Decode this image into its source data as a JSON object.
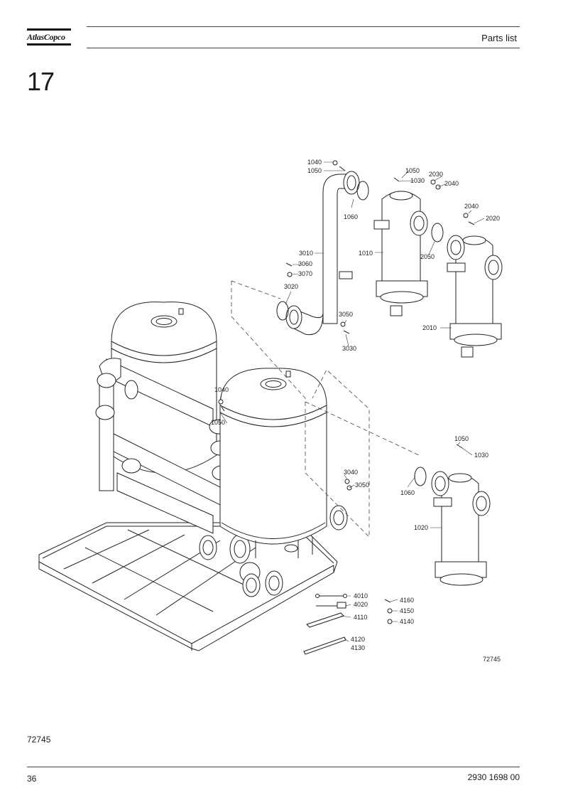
{
  "header": {
    "logo_text": "AtlasCopco",
    "section_title": "Parts list"
  },
  "chapter_number": "17",
  "drawing": {
    "figure_number": "72745",
    "callouts": {
      "c1040a": "1040",
      "c1050a": "1050",
      "c1060a": "1060",
      "c1050b": "1050",
      "c1030b": "1030",
      "c2030": "2030",
      "c2040a": "2040",
      "c2040b": "2040",
      "c2020": "2020",
      "c1010": "1010",
      "c2050": "2050",
      "c3010": "3010",
      "c3060": "3060",
      "c3070": "3070",
      "c3020": "3020",
      "c3050a": "3050",
      "c3030": "3030",
      "c2010": "2010",
      "c1040b": "1040",
      "c1050c": "1050",
      "c1050d": "1050",
      "c1030d": "1030",
      "c1060b": "1060",
      "c3040": "3040",
      "c3050b": "3050",
      "c1020": "1020",
      "c4010": "4010",
      "c4020": "4020",
      "c4110": "4110",
      "c4160": "4160",
      "c4150": "4150",
      "c4140": "4140",
      "c4120": "4120",
      "c4130": "4130"
    }
  },
  "footer": {
    "figure_ref": "72745",
    "page_number": "36",
    "document_number": "2930 1698 00"
  }
}
